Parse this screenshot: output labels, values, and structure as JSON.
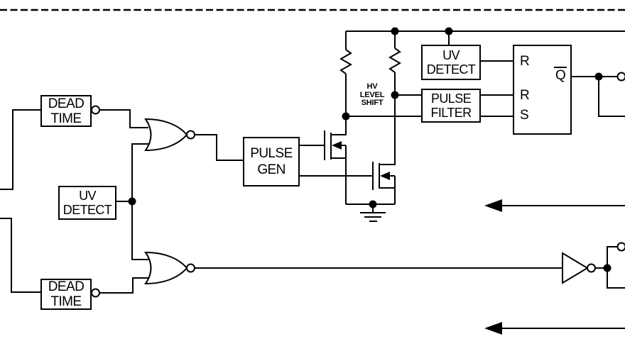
{
  "diagram": {
    "kind": "gate-driver-ic-block-diagram",
    "colors": {
      "background": "#ffffff",
      "ink": "#000000"
    },
    "boundary": {
      "style": "dashed-top-border"
    },
    "blocks": {
      "dead_time_top": {
        "line1": "DEAD",
        "line2": "TIME"
      },
      "dead_time_bottom": {
        "line1": "DEAD",
        "line2": "TIME"
      },
      "uv_detect_low_side": {
        "line1": "UV",
        "line2": "DETECT"
      },
      "uv_detect_high_side": {
        "line1": "UV",
        "line2": "DETECT"
      },
      "pulse_gen": {
        "line1": "PULSE",
        "line2": "GEN"
      },
      "pulse_filter": {
        "line1": "PULSE",
        "line2": "FILTER"
      }
    },
    "annotations": {
      "hv_level_shift": {
        "line1": "HV",
        "line2": "LEVEL",
        "line3": "SHIFT"
      }
    },
    "latch": {
      "pin_r_top": "R",
      "pin_r_mid": "R",
      "pin_s": "S",
      "pin_q_bar": "Q"
    },
    "symbols": [
      "nor-gate-top",
      "nor-gate-bottom",
      "level-shift-mosfet-upper",
      "level-shift-mosfet-lower",
      "pullup-resistor-left",
      "pullup-resistor-right",
      "ground-symbol",
      "rs-latch",
      "output-inverter",
      "left-arrow-top",
      "left-arrow-bottom",
      "terminal-circle-qbar",
      "terminal-circle-output"
    ]
  }
}
